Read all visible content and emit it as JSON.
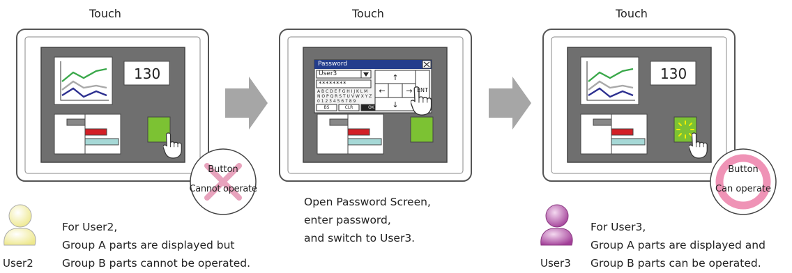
{
  "panel1": {
    "touch_label": "Touch",
    "display_value": "130",
    "callout_line1": "Button",
    "callout_line2": "Cannot operate",
    "user_label": "User2",
    "desc_lines": [
      "For User2,",
      "Group A parts are displayed but",
      "Group B parts cannot be operated."
    ]
  },
  "panel2": {
    "touch_label": "Touch",
    "dialog_title": "Password",
    "user_field": "User3",
    "password_mask": "********",
    "keyboard_rows": [
      "A B C D E F G H I  J  K L M",
      "N O P Q R S T U V W X Y Z",
      "0 1 2 3 4 5 6 7 8 9"
    ],
    "key_bs": "BS",
    "key_clr": "CLR",
    "key_ok": "OK",
    "key_ent": "ENT",
    "desc_lines": [
      "Open Password Screen,",
      "enter password,",
      "and switch to User3."
    ]
  },
  "panel3": {
    "touch_label": "Touch",
    "display_value": "130",
    "callout_line1": "Button",
    "callout_line2": "Can operate",
    "user_label": "User3",
    "desc_lines": [
      "For User3,",
      "Group A parts are displayed and",
      "Group B parts can be operated."
    ]
  },
  "colors": {
    "frame_gray": "#6f6f6f",
    "button_green": "#7cc233",
    "cross_pink": "#e8a3bd",
    "ring_pink": "#ef93b6",
    "arrow_gray": "#a6a6a6",
    "user2_color": "#f5f2a0",
    "user3_color": "#b356a8",
    "dialog_title_blue": "#233d8c"
  }
}
